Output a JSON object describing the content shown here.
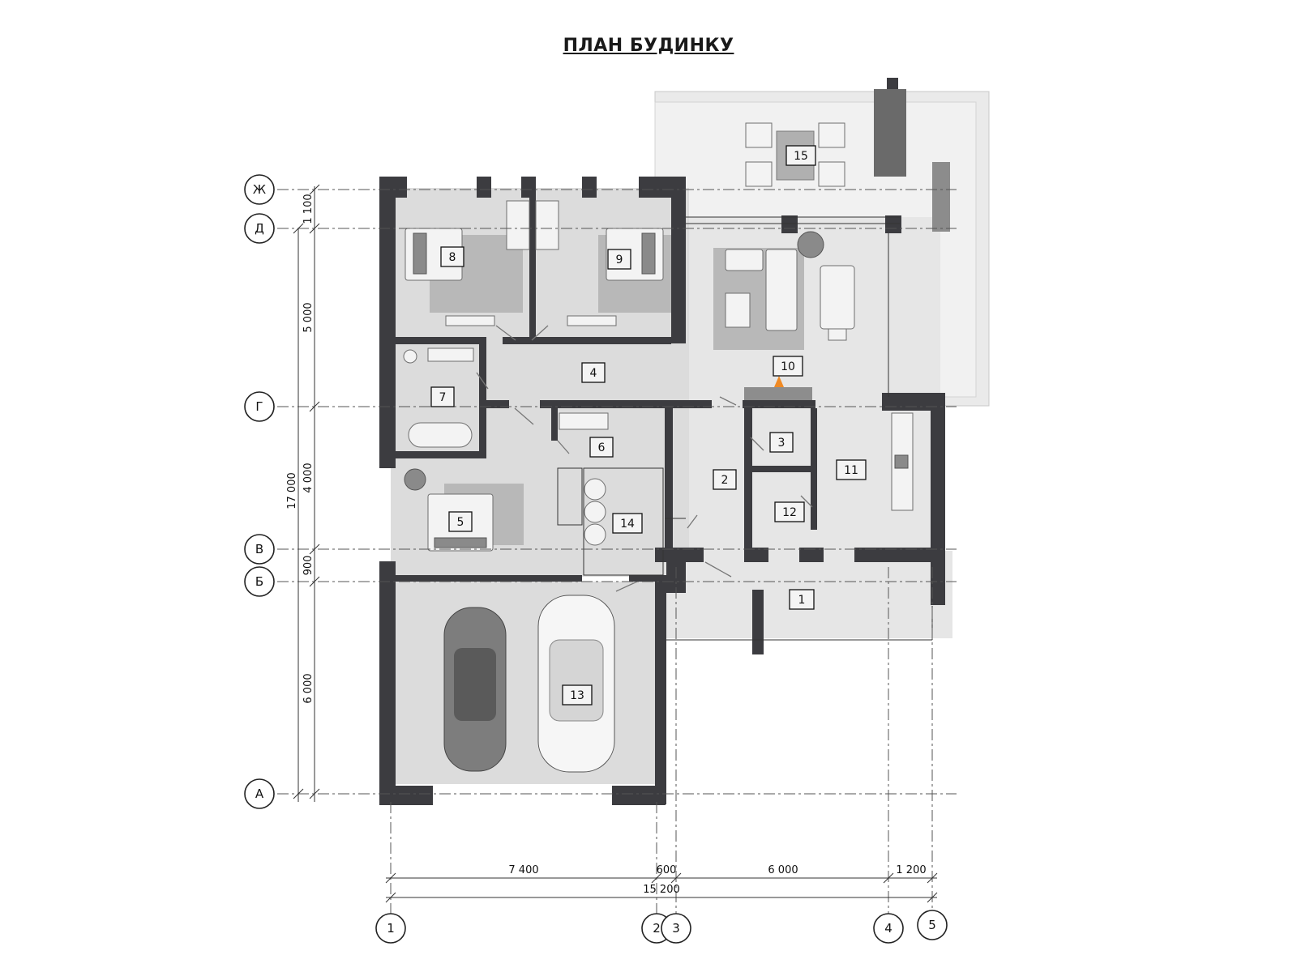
{
  "title": "ПЛАН БУДИНКУ",
  "row_axes": [
    "Ж",
    "Д",
    "Г",
    "В",
    "Б",
    "А"
  ],
  "column_axes": [
    "1",
    "2",
    "3",
    "4",
    "5"
  ],
  "vertical_dimensions": {
    "segments": [
      "1 100",
      "5 000",
      "4 000",
      "900",
      "6 000"
    ],
    "total": "17 000"
  },
  "horizontal_dimensions": {
    "segments": [
      "7 400",
      "600",
      "6 000",
      "1 200"
    ],
    "total": "15 200"
  },
  "rooms": [
    "1",
    "2",
    "3",
    "4",
    "5",
    "6",
    "7",
    "8",
    "9",
    "10",
    "11",
    "12",
    "13",
    "14",
    "15"
  ]
}
